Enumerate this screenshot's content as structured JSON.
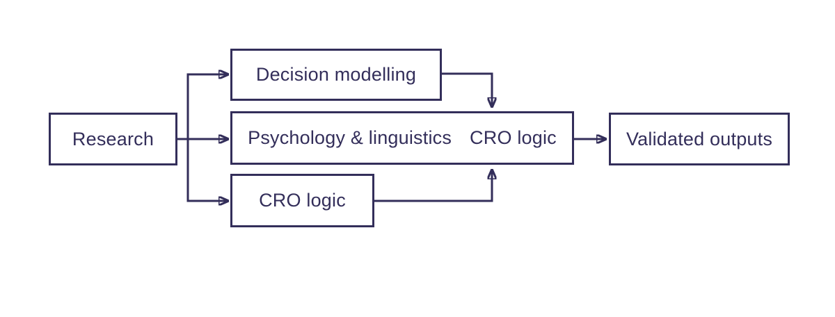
{
  "diagram": {
    "colors": {
      "line": "#332e5a",
      "box_border": "#332e5a",
      "text": "#332e5a",
      "background": "#ffffff"
    },
    "nodes": {
      "research": {
        "label": "Research"
      },
      "decision_modelling": {
        "label": "Decision modelling"
      },
      "psychology_linguistics": {
        "label": "Psychology & linguistics",
        "label2": "CRO logic"
      },
      "cro_logic": {
        "label": "CRO logic"
      },
      "validated_outputs": {
        "label": "Validated outputs"
      }
    },
    "edges": [
      {
        "from": "research",
        "to": "decision_modelling"
      },
      {
        "from": "research",
        "to": "psychology_linguistics"
      },
      {
        "from": "research",
        "to": "cro_logic"
      },
      {
        "from": "decision_modelling",
        "to": "psychology_linguistics"
      },
      {
        "from": "cro_logic",
        "to": "psychology_linguistics"
      },
      {
        "from": "psychology_linguistics",
        "to": "validated_outputs"
      }
    ]
  }
}
